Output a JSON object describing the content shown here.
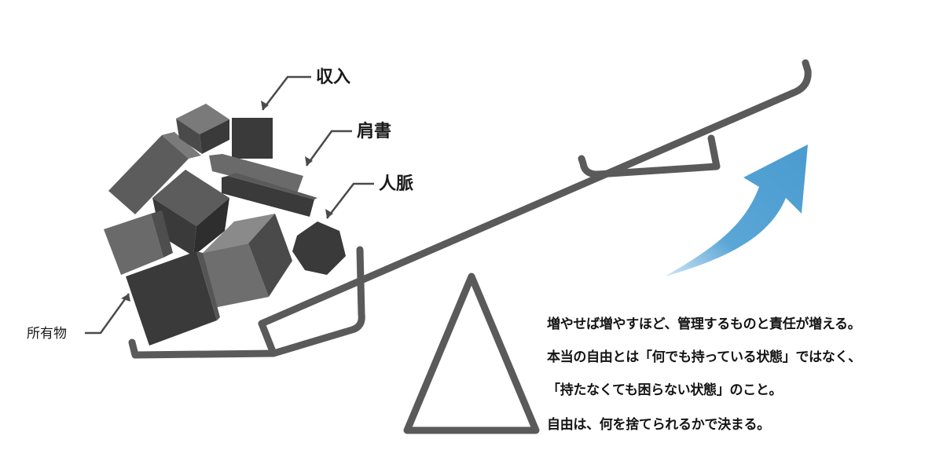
{
  "labels": {
    "income": "収入",
    "title": "肩書",
    "network": "人脈",
    "possessions": "所有物"
  },
  "caption": [
    "増やせば増やすほど、管理するものと責任が増える。",
    "本当の自由とは「何でも持っている状態」ではなく、",
    "「持たなくても困らない状態」のこと。",
    "自由は、何を捨てられるかで決まる。"
  ],
  "colors": {
    "beam": "#5a5a5a",
    "arrow": "#5aa6d6",
    "block_dark": "#3a3a3a",
    "block_mid": "#5c5c5c",
    "block_light": "#7a7a7a"
  }
}
